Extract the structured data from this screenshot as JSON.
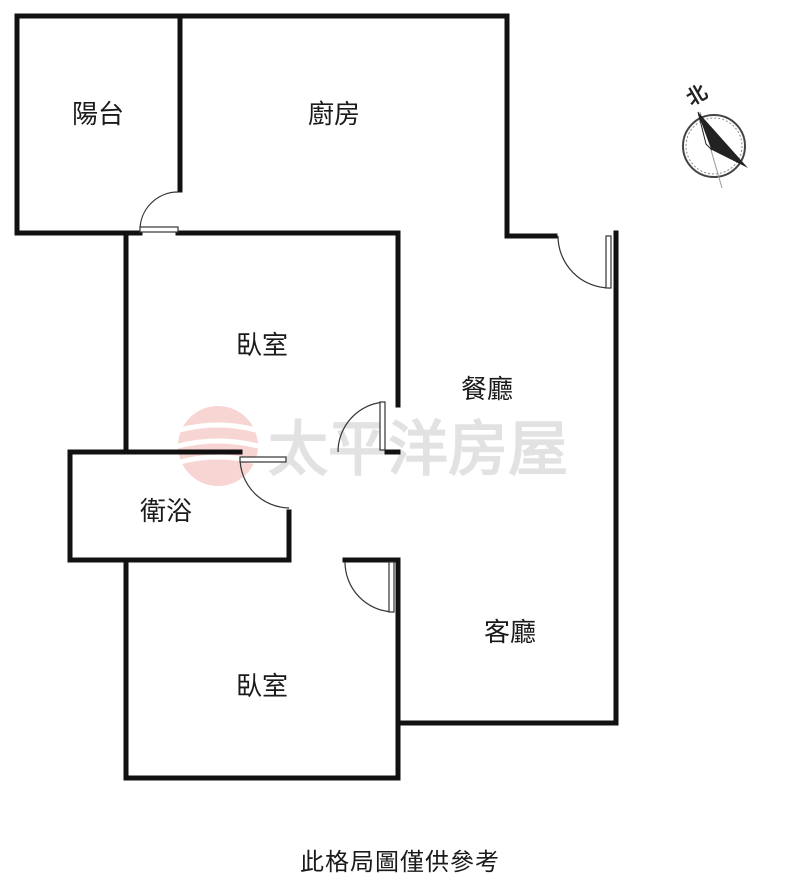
{
  "rooms": {
    "balcony": "陽台",
    "kitchen": "廚房",
    "bedroom_upper": "臥室",
    "dining": "餐廳",
    "bathroom": "衛浴",
    "living": "客廳",
    "bedroom_lower": "臥室"
  },
  "watermark": "太平洋房屋",
  "north_label": "北",
  "caption": "此格局圖僅供參考"
}
